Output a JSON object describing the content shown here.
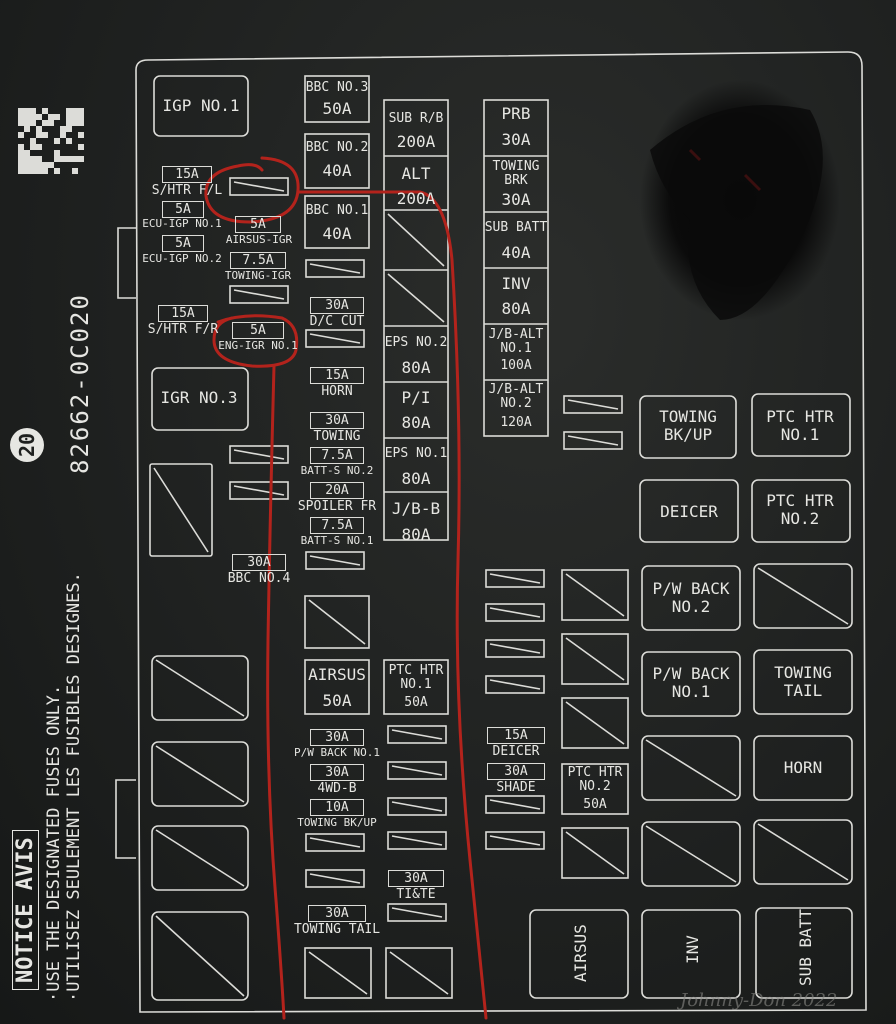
{
  "part_number": "82662-0C020",
  "page_marker": "20",
  "notice": {
    "heading": "NOTICE AVIS",
    "line_en": "·USE THE DESIGNATED FUSES ONLY.",
    "line_fr": "·UTILISEZ SEULEMENT LES FUSIBLES DESIGNES."
  },
  "watermark": "Johnny-Don 2022",
  "relays": {
    "igp_no1": "IGP NO.1",
    "igr_no3": "IGR NO.3",
    "towing_bkup": "TOWING\nBK/UP",
    "ptc_htr_no1": "PTC HTR\nNO.1",
    "deicer": "DEICER",
    "ptc_htr_no2": "PTC HTR\nNO.2",
    "pw_back_no2": "P/W BACK\nNO.2",
    "pw_back_no1": "P/W BACK\nNO.1",
    "towing_tail": "TOWING\nTAIL",
    "horn": "HORN",
    "airsus": "AIRSUS",
    "inv": "INV",
    "sub_batt": "SUB BATT"
  },
  "mini_fuses": {
    "s_htr_fl_amp": "15A",
    "s_htr_fl": "S/HTR F/L",
    "ecu_igp1_amp": "5A",
    "ecu_igp1": "ECU-IGP NO.1",
    "airsus_igr_amp": "5A",
    "airsus_igr": "AIRSUS-IGR",
    "ecu_igp2_amp": "5A",
    "ecu_igp2": "ECU-IGP NO.2",
    "towing_igr_amp": "7.5A",
    "towing_igr": "TOWING-IGR",
    "s_htr_fr_amp": "15A",
    "s_htr_fr": "S/HTR F/R",
    "eng_igr1_amp": "5A",
    "eng_igr1": "ENG-IGR NO.1",
    "bbc4_amp": "30A",
    "bbc4": "BBC NO.4",
    "dc_cut_amp": "30A",
    "dc_cut": "D/C CUT",
    "horn_amp": "15A",
    "horn": "HORN",
    "towing_amp": "30A",
    "towing": "TOWING",
    "batt_s2_amp": "7.5A",
    "batt_s2": "BATT-S NO.2",
    "spoiler_amp": "20A",
    "spoiler": "SPOILER FR",
    "batt_s1_amp": "7.5A",
    "batt_s1": "BATT-S NO.1",
    "pw_back1_amp": "30A",
    "pw_back1": "P/W BACK NO.1",
    "fourwd_amp": "30A",
    "fourwd": "4WD-B",
    "towing_bkup_amp": "10A",
    "towing_bkup": "TOWING BK/UP",
    "towing_tail_amp": "30A",
    "towing_tail": "TOWING TAIL",
    "ti_te_amp": "30A",
    "ti_te": "TI&TE",
    "deicer_amp": "15A",
    "deicer": "DEICER",
    "shade_amp": "30A",
    "shade": "SHADE"
  },
  "maxi_fuses": {
    "bbc3": "BBC NO.3",
    "bbc3_amp": "50A",
    "bbc2": "BBC NO.2",
    "bbc2_amp": "40A",
    "bbc1": "BBC NO.1",
    "bbc1_amp": "40A",
    "sub_rb": "SUB R/B",
    "sub_rb_amp": "200A",
    "alt": "ALT",
    "alt_amp": "200A",
    "eps2": "EPS NO.2",
    "eps2_amp": "80A",
    "pi": "P/I",
    "pi_amp": "80A",
    "eps1": "EPS NO.1",
    "eps1_amp": "80A",
    "jb_b": "J/B-B",
    "jb_b_amp": "80A",
    "prb": "PRB",
    "prb_amp": "30A",
    "towing_brk": "TOWING\nBRK",
    "towing_brk_amp": "30A",
    "sub_batt": "SUB BATT",
    "sub_batt_amp": "40A",
    "inv": "INV",
    "inv_amp": "80A",
    "jb_alt1": "J/B-ALT\nNO.1",
    "jb_alt1_amp": "100A",
    "jb_alt2": "J/B-ALT\nNO.2",
    "jb_alt2_amp": "120A",
    "airsus": "AIRSUS",
    "airsus_amp": "50A",
    "ptc_htr1": "PTC HTR\nNO.1",
    "ptc_htr1_amp": "50A",
    "ptc_htr2": "PTC HTR\nNO.2",
    "ptc_htr2_amp": "50A"
  },
  "colors": {
    "line": "#dcdcd8",
    "annotation": "#b3231c",
    "background": "#1e201f"
  }
}
